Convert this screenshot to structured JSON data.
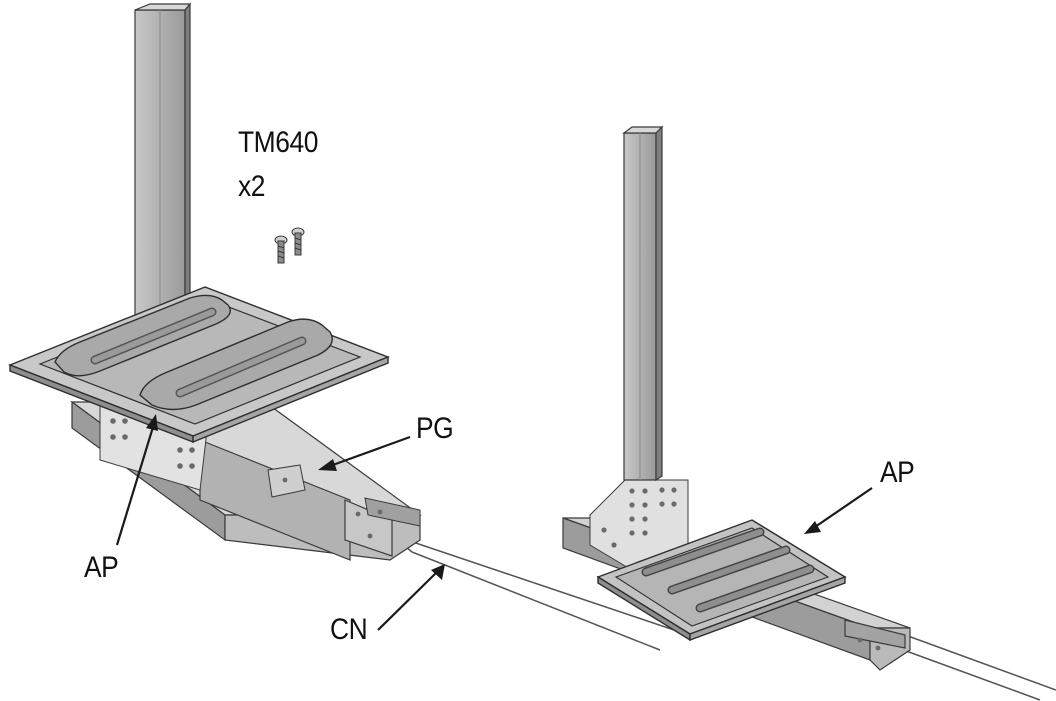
{
  "labels": {
    "screw_code": "TM640",
    "screw_qty": "x2",
    "pg": "PG",
    "ap_left": "AP",
    "ap_right": "AP",
    "cn": "CN"
  },
  "colors": {
    "steel_light": "#d4d4d4",
    "steel_mid": "#a8a8a8",
    "steel_dark": "#7a7a7a",
    "pad_face": "#bdbdbd",
    "outline": "#3a3a3a"
  }
}
